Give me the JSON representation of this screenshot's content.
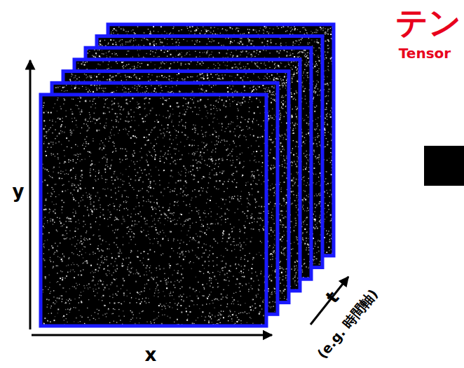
{
  "diagram": {
    "labels": [
      "テン",
      "Tensor",
      "y",
      "x",
      "t",
      "(e.g. 時間軸)"
    ]
  }
}
